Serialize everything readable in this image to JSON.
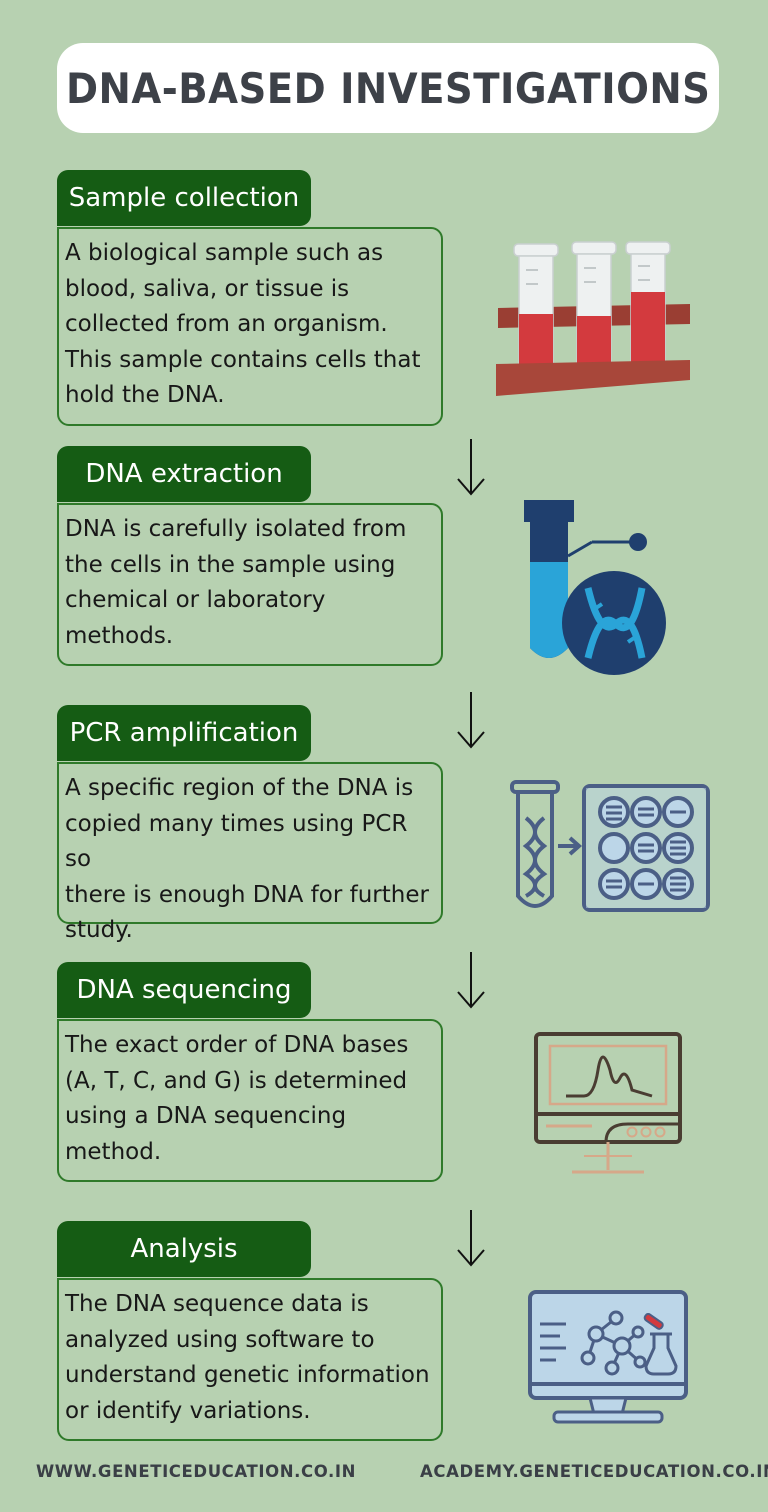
{
  "title": "DNA-BASED INVESTIGATIONS",
  "steps": [
    {
      "label": "Sample collection",
      "lines": [
        "A biological sample such as",
        "blood, saliva, or tissue is",
        "collected from an organism.",
        "This sample contains cells that",
        "hold the DNA."
      ]
    },
    {
      "label": "DNA extraction",
      "lines": [
        "DNA is carefully isolated from",
        "the cells in the sample using",
        "chemical or laboratory",
        "methods."
      ]
    },
    {
      "label": "PCR amplification",
      "lines": [
        "A specific region of the DNA is",
        "copied many times using PCR so",
        "there is enough DNA for further",
        "study."
      ]
    },
    {
      "label": "DNA sequencing",
      "lines": [
        "The exact order of DNA bases",
        "(A, T, C, and G) is determined",
        "using a DNA sequencing",
        "method."
      ]
    },
    {
      "label": "Analysis",
      "lines": [
        "The DNA sequence data is",
        "analyzed using software to",
        "understand genetic information",
        "or identify variations."
      ]
    }
  ],
  "footer": {
    "left": "WWW.GENETICEDUCATION.CO.IN",
    "right": "ACADEMY.GENETICEDUCATION.CO.IN"
  },
  "colors": {
    "background": "#b7d1b1",
    "label_fill": "#155c14",
    "box_border": "#2f7a2a"
  },
  "icons": [
    "test-tube-rack-icon",
    "dna-extraction-icon",
    "pcr-plate-icon",
    "sequencer-monitor-icon",
    "analysis-computer-icon"
  ]
}
